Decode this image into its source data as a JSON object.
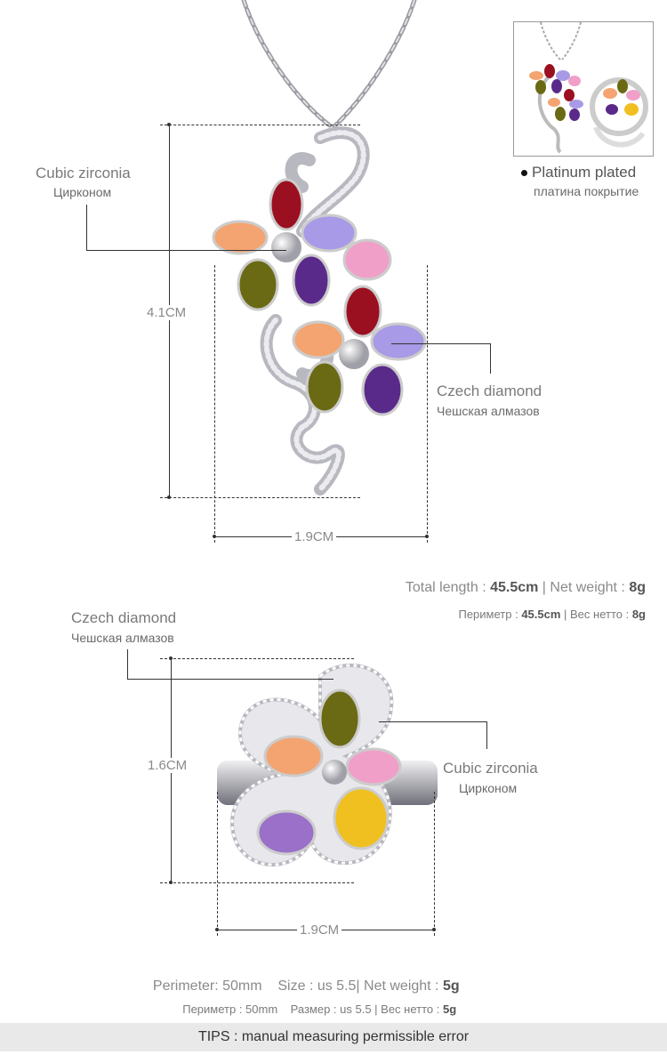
{
  "pendant": {
    "label_left_en": "Cubic zirconia",
    "label_left_ru": "Цирконом",
    "label_right_en": "Czech diamond",
    "label_right_ru": "Чешская алмазов",
    "height_dim": "4.1CM",
    "width_dim": "1.9CM"
  },
  "thumbnail": {
    "plating_en": "Platinum plated",
    "plating_ru": "платина покрытие"
  },
  "pendant_specs": {
    "en_prefix": "Total length : ",
    "en_length": "45.5cm",
    "en_mid": " | Net weight : ",
    "en_weight": "8g",
    "ru_prefix": "Периметр : ",
    "ru_length": "45.5cm",
    "ru_mid": " | Вес нетто : ",
    "ru_weight": "8g"
  },
  "ring": {
    "label_left_en": "Czech diamond",
    "label_left_ru": "Чешская алмазов",
    "label_right_en": "Cubic zirconia",
    "label_right_ru": "Цирконом",
    "height_dim": "1.6CM",
    "width_dim": "1.9CM"
  },
  "ring_specs": {
    "en_prefix": "Perimeter: 50mm    Size : us 5.5| Net weight : ",
    "en_weight": "5g",
    "ru_prefix": "Периметр : 50mm    Размер : us 5.5 | Вес нетто : ",
    "ru_weight": "5g"
  },
  "tips": "TIPS : manual measuring permissible error",
  "colors": {
    "garnet": "#9b1020",
    "lavender": "#a89ae6",
    "pink": "#f0a0c8",
    "peach": "#f4a470",
    "olive": "#6b6a14",
    "amethyst": "#5a2a8a",
    "citrine": "#f0c020",
    "silver": "#c8c8cc"
  }
}
